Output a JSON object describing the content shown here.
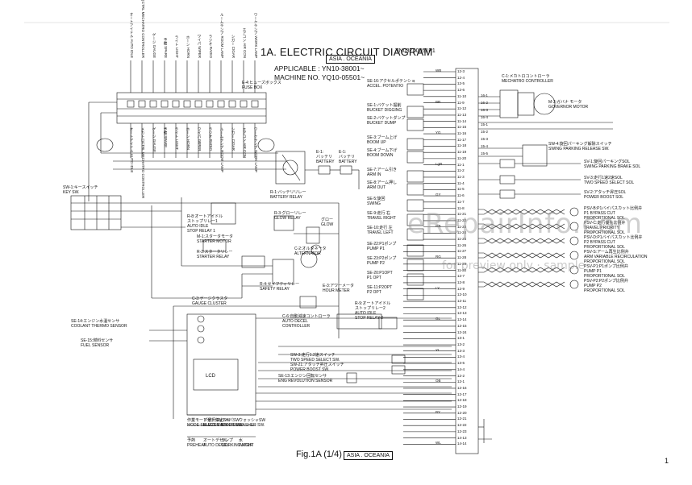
{
  "header": {
    "title": "1A. ELECTRIC CIRCUIT DIAGRAM",
    "doc_number": "YN03Z00051P1",
    "region": "ASIA . OCEANIA",
    "applicable": "APPLICABLE : YN10-38001~",
    "machine_no": "MACHINE NO.  YQ10-05501~"
  },
  "footer": {
    "figure": "Fig.1A (1/4)",
    "region": "ASIA . OCEANIA",
    "page": "1"
  },
  "watermark": {
    "main": "eRepairInfo.com",
    "sub": "for preview only · sample"
  },
  "components": [
    {
      "id": "fusebox",
      "label": "E-4:ヒューズボックス\nFUSE BOX"
    },
    {
      "id": "battery-relay",
      "label": "R-1:バッテリリレー\nBATTERY RELAY"
    },
    {
      "id": "battery1",
      "label": "E-1:\nバッテリ\nBATTERY"
    },
    {
      "id": "battery2",
      "label": "E-1:\nバッテリ\nBATTERY"
    },
    {
      "id": "key-sw",
      "label": "SW-1:キースイッチ\nKEY SW."
    },
    {
      "id": "autoidle-relay",
      "label": "R-8:オートアイドル\nストップリレー1\nAUTO IDLE\nSTOP RELAY 1"
    },
    {
      "id": "glow-relay",
      "label": "R-3:グローリレー\nGLOW RELAY"
    },
    {
      "id": "glow",
      "label": "グロー\nGLOW"
    },
    {
      "id": "starter-motor",
      "label": "M-1:スタータモータ\nSTARTER MOTOR"
    },
    {
      "id": "starter-relay",
      "label": "R-2:スタータリレー\nSTARTER RELAY"
    },
    {
      "id": "alternator",
      "label": "C-2:オルタネータ\nALTERNATOR"
    },
    {
      "id": "safety-relay",
      "label": "R-4:セイフティリレー\nSAFETY RELAY"
    },
    {
      "id": "hour-meter",
      "label": "E-3:アワーメータ\nHOUR METER"
    },
    {
      "id": "autodecel",
      "label": "C-6:自動減速コントローラ\nAUTO DECEL\nCONTROLLER"
    },
    {
      "id": "autoidle2",
      "label": "R-9:オートアイドル\nストップリレー2\nAUTO IDLE\nSTOP RELAY 2"
    },
    {
      "id": "gauge",
      "label": "C-3:ゲージクラスタ\nGAUGE CLUSTER"
    },
    {
      "id": "coolant",
      "label": "SE-14:エンジン水温センサ\nCOOLANT THERMO SENSOR"
    },
    {
      "id": "fuel",
      "label": "SE-15:燃料センサ\nFUEL SENSOR"
    },
    {
      "id": "mechatro",
      "label": "C-1:メカトロコントローラ\nMECHATRO CONTROLLER"
    },
    {
      "id": "governor",
      "label": "M-3:ガバナ モータ\nGOVERNOR MOTOR"
    },
    {
      "id": "swing-park-sw",
      "label": "SW-4:旋回パーキング解除スイッチ\nSWING PARKING RELEASE SW."
    },
    {
      "id": "sv1",
      "label": "SV-1:旋回パーキングSOL\nSWING PARKING BRAKE SOL"
    },
    {
      "id": "sv3",
      "label": "SV-3:走行1速2速SOL\nTWO SPEED SELECT SOL"
    },
    {
      "id": "sv2",
      "label": "SV-2:アタッチ昇圧SOL\nPOWER BOOST SOL"
    },
    {
      "id": "psv-b",
      "label": "PSV-B:P1バイパスカット比例弁\nP1 BYPASS CUT\nPROPORTIONAL SOL"
    },
    {
      "id": "psv-c",
      "label": "PSV-C:走行優先比例弁\nTRAVEL PRIORITY\nPROPORTIONAL SOL"
    },
    {
      "id": "psv-d",
      "label": "PSV-D:P1バイパスカット比例弁\nP2 BYPASS CUT\nPROPORTIONAL SOL"
    },
    {
      "id": "psv-s",
      "label": "PSV-S:アーム再生比例弁\nARM VARIABLE RECIRCULATION\nPROPORTIONAL SOL"
    },
    {
      "id": "psv-p1",
      "label": "PSV-P1:P1ポンプ比例弁\nPUMP P1\nPROPORTIONAL SOL"
    },
    {
      "id": "psv-p2",
      "label": "PSV-P2:P2ポンプ比例弁\nPUMP P2\nPROPORTIONAL SOL"
    },
    {
      "id": "sw3",
      "label": "SW-3:走行1.2速スイッチ\nTWO SPEED SELECT SW."
    },
    {
      "id": "sw21",
      "label": "SW-21:アタッチ昇圧スイッチ\nPOWER BOOST SW."
    },
    {
      "id": "se13",
      "label": "SE-13:エンジン回転センサ\nENG REVOLUTION SENSOR"
    }
  ],
  "sensors_left": [
    {
      "id": "se16",
      "label": "SE-16:アクセルポテンショ\nACCEL. POTENTIO"
    },
    {
      "id": "se1",
      "label": "SE-1:バケット掘削\nBUCKET DIGGING"
    },
    {
      "id": "se2",
      "label": "SE-2:バケットダンプ\nBUCKET DUMP"
    },
    {
      "id": "se3",
      "label": "SE-3:ブーム上げ\nBOOM UP"
    },
    {
      "id": "se4",
      "label": "SE-4:ブーム下げ\nBOOM DOWN"
    },
    {
      "id": "se7",
      "label": "SE-7:アーム引き\nARM IN"
    },
    {
      "id": "se8",
      "label": "SE-8:アーム押し\nARM OUT"
    },
    {
      "id": "se5",
      "label": "SE-5:旋回\nSWING"
    },
    {
      "id": "se9",
      "label": "SE-9:走行 右\nTRAVEL RIGHT"
    },
    {
      "id": "se10",
      "label": "SE-10:走行 左\nTRAVEL LEFT"
    },
    {
      "id": "se22",
      "label": "SE-22:P1ポンプ\nPUMP P1"
    },
    {
      "id": "se23",
      "label": "SE-23:P2ポンプ\nPUMP P2"
    },
    {
      "id": "se20",
      "label": "SE-20:P1OPT\nP1 OPT"
    },
    {
      "id": "se11",
      "label": "SE-11:P2OPT\nP2 OPT"
    }
  ],
  "pins_right": [
    "12-3",
    "12-4",
    "12-5",
    "12-6",
    "11-10",
    "11-9",
    "11-12",
    "11-13",
    "11-14",
    "11-15",
    "11-16",
    "11-17",
    "11-18",
    "11-19",
    "11-20",
    "11-1",
    "11-2",
    "11-3",
    "11-4",
    "11-5",
    "11-6",
    "11-7",
    "11-8",
    "11-21",
    "11-22",
    "11-23",
    "11-24",
    "11-25",
    "11-26",
    "11-27",
    "11-28",
    "11-29",
    "11-30",
    "12-7",
    "12-8",
    "12-9",
    "12-10",
    "12-11",
    "12-12",
    "12-13",
    "12-14",
    "12-15",
    "12-24",
    "13-1",
    "13-2",
    "13-3",
    "13-4",
    "13-5",
    "14-4",
    "12-2",
    "12-1",
    "12-16",
    "12-17",
    "12-18",
    "12-19",
    "12-20",
    "12-21",
    "12-22",
    "12-23",
    "14-13",
    "14-14"
  ],
  "pins_gov": [
    "16-1",
    "16-2",
    "16-3",
    "16-4",
    "15-1",
    "15-2",
    "15-3",
    "15-4",
    "15-5"
  ],
  "fuse_labels": [
    "オートアイドル AUTO IDLE",
    "メカトロCTRL MECHATRO CONTROLLER",
    "ゲージ GAUGE",
    "予備 SPARE",
    "ライト LIGHT",
    "ホーン HORN",
    "ワイパ WIPER",
    "ラジオ RADIO",
    "ルームランプ ROOM LAMP",
    "シガー CIGAR",
    "エアコン AIR CON",
    "ワークランプ WORK LAMP"
  ],
  "legend_gauge": [
    "作業モード選択SW\nMODE SELECT SW.",
    "ブザー停止SW\nBUZZER STOP SW.",
    "ワイパSW\nWIPER SW.",
    "ウォッシャSW\nWASHER SW."
  ],
  "gauge_bottom": [
    "予熱\nPREHEAT",
    "オートデセル\nAUTO DECEL",
    "ランプ\nWORKING LIGHT",
    "水\nWATER"
  ],
  "wire_colors": [
    "WB",
    "BR",
    "YG",
    "LgR",
    "GY",
    "GB",
    "RG",
    "LY",
    "GL",
    "YL",
    "OB",
    "BY",
    "WL"
  ]
}
